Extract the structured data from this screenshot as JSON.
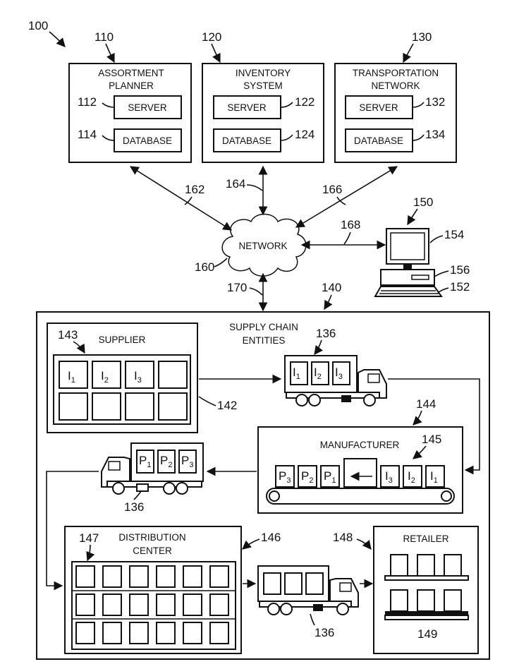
{
  "figure_ref": "100",
  "assortment": {
    "ref": "110",
    "title1": "ASSORTMENT",
    "title2": "PLANNER",
    "server_ref": "112",
    "server": "SERVER",
    "db_ref": "114",
    "db": "DATABASE"
  },
  "inventory": {
    "ref": "120",
    "title1": "INVENTORY",
    "title2": "SYSTEM",
    "server_ref": "122",
    "server": "SERVER",
    "db_ref": "124",
    "db": "DATABASE"
  },
  "transport": {
    "ref": "130",
    "title1": "TRANSPORTATION",
    "title2": "NETWORK",
    "server_ref": "132",
    "server": "SERVER",
    "db_ref": "134",
    "db": "DATABASE"
  },
  "network": {
    "label": "NETWORK",
    "ref": "160",
    "link1": "162",
    "link2": "164",
    "link3": "166",
    "link_computer": "168",
    "link_supply": "170"
  },
  "computer": {
    "ref": "150",
    "monitor_ref": "154",
    "box_ref": "156",
    "keyboard_ref": "152"
  },
  "supply_chain": {
    "ref": "140",
    "title1": "SUPPLY CHAIN",
    "title2": "ENTITIES"
  },
  "supplier": {
    "title": "SUPPLIER",
    "shelf_ref": "143",
    "ref": "142",
    "items": [
      "I",
      "I",
      "I"
    ],
    "subs": [
      "1",
      "2",
      "3"
    ]
  },
  "truck": {
    "ref": "136"
  },
  "manufacturer": {
    "title": "MANUFACTURER",
    "ref": "144",
    "conveyor_ref": "145",
    "products": [
      "P",
      "P",
      "P"
    ],
    "product_subs": [
      "3",
      "2",
      "1"
    ],
    "inputs": [
      "I",
      "I",
      "I"
    ],
    "input_subs": [
      "3",
      "2",
      "1"
    ]
  },
  "truck2": {
    "products": [
      "P",
      "P",
      "P"
    ],
    "subs": [
      "1",
      "2",
      "3"
    ]
  },
  "distribution": {
    "title1": "DISTRIBUTION",
    "title2": "CENTER",
    "ref": "146",
    "rack_ref": "147"
  },
  "retailer": {
    "title": "RETAILER",
    "ref": "148",
    "shelf_ref": "149"
  }
}
